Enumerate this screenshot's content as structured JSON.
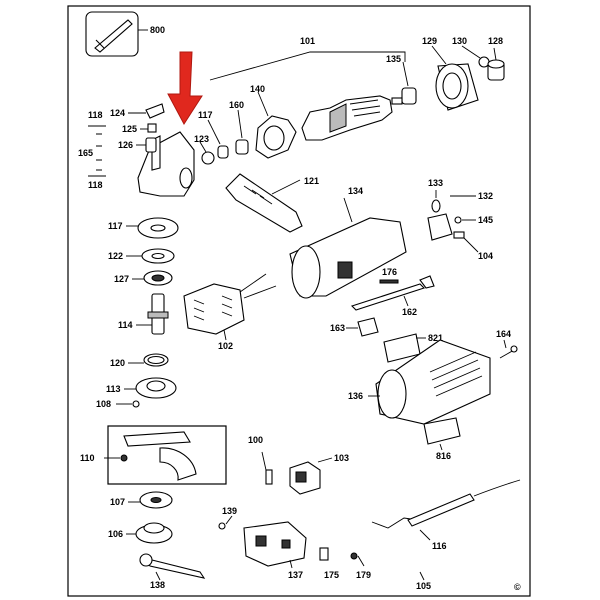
{
  "callouts": {
    "p800": "800",
    "p101": "101",
    "p129": "129",
    "p130": "130",
    "p128": "128",
    "p135": "135",
    "p140": "140",
    "p160": "160",
    "p117a": "117",
    "p118a": "118",
    "p124": "124",
    "p125": "125",
    "p126": "126",
    "p165": "165",
    "p118b": "118",
    "p123": "123",
    "p121": "121",
    "p134": "134",
    "p133": "133",
    "p132": "132",
    "p145": "145",
    "p104": "104",
    "p117b": "117",
    "p122": "122",
    "p127": "127",
    "p176": "176",
    "p162": "162",
    "p114": "114",
    "p102": "102",
    "p163": "163",
    "p821": "821",
    "p164": "164",
    "p120": "120",
    "p113": "113",
    "p108": "108",
    "p136": "136",
    "p110": "110",
    "p100": "100",
    "p103": "103",
    "p816": "816",
    "p107": "107",
    "p139": "139",
    "p106": "106",
    "p116": "116",
    "p137": "137",
    "p175": "175",
    "p179": "179",
    "p138": "138",
    "p105": "105"
  },
  "copyright": "©",
  "colors": {
    "highlight_arrow": "#e0281e",
    "line": "#000000",
    "background": "#ffffff"
  }
}
